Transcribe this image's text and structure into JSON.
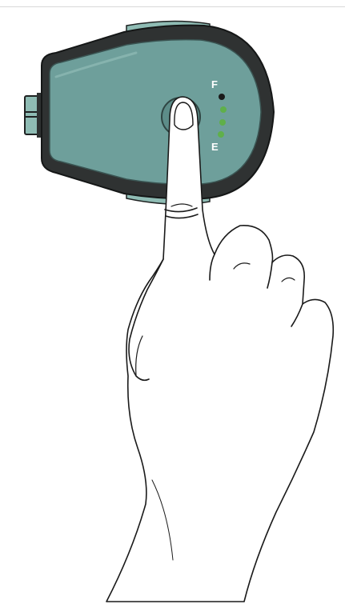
{
  "gauge": {
    "full_label": "F",
    "empty_label": "E",
    "level_indicators": [
      {
        "state": "off",
        "color": "#1a1a1a"
      },
      {
        "state": "on",
        "color": "#5fb04a"
      },
      {
        "state": "on",
        "color": "#5fb04a"
      },
      {
        "state": "on",
        "color": "#5fb04a"
      }
    ]
  },
  "colors": {
    "device_face": "#6e9f9b",
    "device_shell": "#2f3232",
    "device_shell_accent": "#8fbcb4",
    "led_on": "#5fb04a",
    "led_off": "#1a1a1a",
    "label_text": "#ffffff",
    "hand_outline": "#1a1a1a",
    "hand_fill": "#ffffff"
  },
  "icons": {
    "device": "fuel-gauge-device-icon",
    "hand": "pointing-hand-icon"
  }
}
